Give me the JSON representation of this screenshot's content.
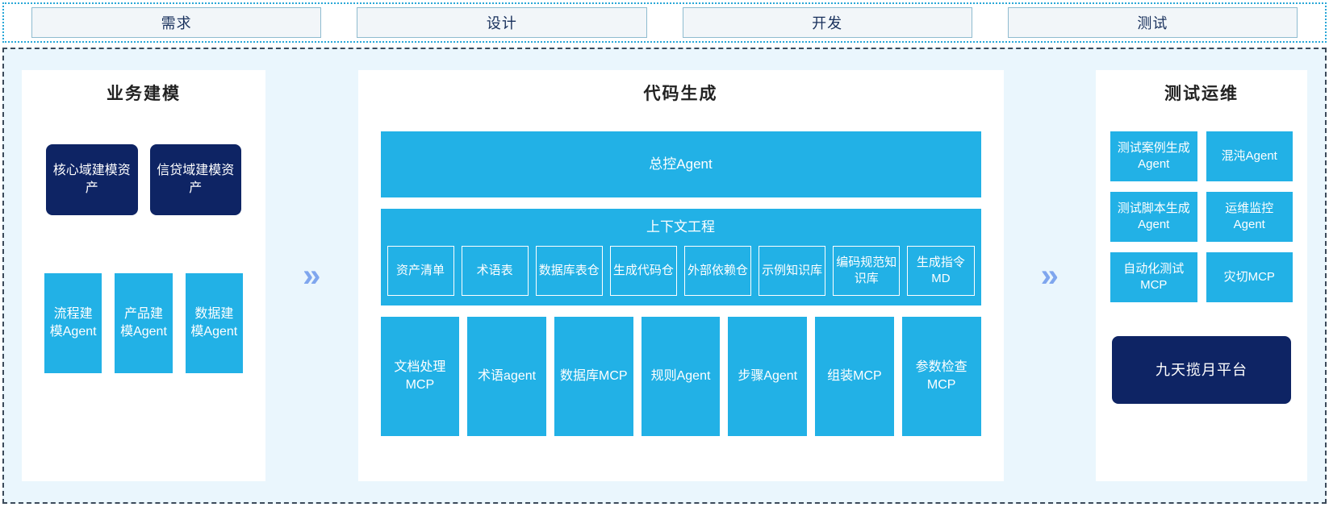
{
  "stages": [
    {
      "label": "需求"
    },
    {
      "label": "设计"
    },
    {
      "label": "开发"
    },
    {
      "label": "测试"
    }
  ],
  "arrows": {
    "glyph": "»"
  },
  "colors": {
    "cyan": "#22b1e6",
    "navy": "#0e2464",
    "panel_bg": "#eaf6fd",
    "arrow": "#7fa6ee",
    "stage_fill": "#f2f6f9",
    "stage_border": "#8fbcd0"
  },
  "left_panel": {
    "title": "业务建模",
    "assets": [
      {
        "label": "核心域建模资产"
      },
      {
        "label": "信贷域建模资产"
      }
    ],
    "agents": [
      {
        "label": "流程建模Agent"
      },
      {
        "label": "产品建模Agent"
      },
      {
        "label": "数据建模Agent"
      }
    ]
  },
  "center_panel": {
    "title": "代码生成",
    "master_agent": "总控Agent",
    "context": {
      "title": "上下文工程",
      "items": [
        {
          "label": "资产清单"
        },
        {
          "label": "术语表"
        },
        {
          "label": "数据库表仓"
        },
        {
          "label": "生成代码仓"
        },
        {
          "label": "外部依赖仓"
        },
        {
          "label": "示例知识库"
        },
        {
          "label": "编码规范知识库"
        },
        {
          "label": "生成指令MD"
        }
      ]
    },
    "tools": [
      {
        "label": "文档处理MCP"
      },
      {
        "label": "术语agent"
      },
      {
        "label": "数据库MCP"
      },
      {
        "label": "规则Agent"
      },
      {
        "label": "步骤Agent"
      },
      {
        "label": "组装MCP"
      },
      {
        "label": "参数检查MCP"
      }
    ]
  },
  "right_panel": {
    "title": "测试运维",
    "agents": [
      {
        "label": "测试案例生成Agent"
      },
      {
        "label": "混沌Agent"
      },
      {
        "label": "测试脚本生成Agent"
      },
      {
        "label": "运维监控Agent"
      },
      {
        "label": "自动化测试MCP"
      },
      {
        "label": "灾切MCP"
      }
    ],
    "platform": "九天揽月平台"
  }
}
